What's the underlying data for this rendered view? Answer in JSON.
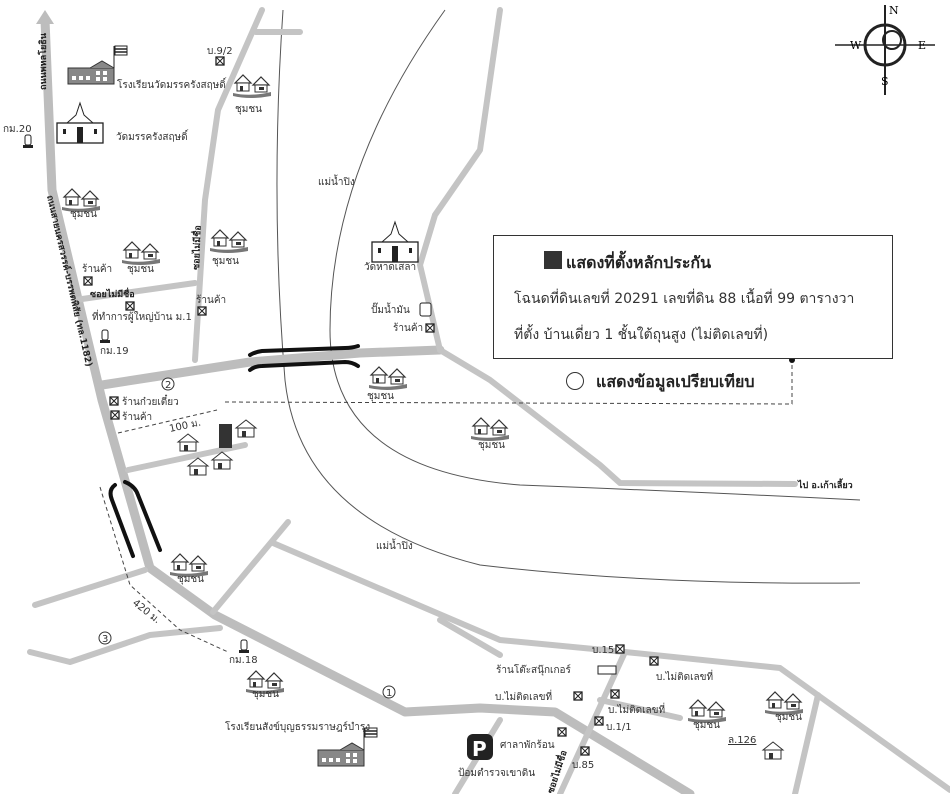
{
  "map": {
    "roads": {
      "highway_north": "ถนนพหลโยธิน",
      "main_road": "ถนนสายนครสวรรค์-บรรพตพิสัย (ทล.1182)",
      "soi_unnamed_1": "ซอยไม่มีชื่อ",
      "soi_unnamed_2": "ซอยไม่มีชื่อ",
      "soi_unnamed_3": "ซอยไม่มีชื่อ",
      "to_kao_liao": "ไป อ.เก้าเลี้ยว"
    },
    "river_label_1": "แม่น้ำปิง",
    "river_label_2": "แม่น้ำปิง",
    "places": {
      "school_1": "โรงเรียนวัดมรรครังสฤษดิ์",
      "temple_1": "วัดมรรครังสฤษดิ์",
      "temple_2": "วัดหาดเสลา",
      "school_2": "โรงเรียนสังข์บุญธรรมราษฎร์บำรุง",
      "police": "ป้อมตำรวจเขาดิน",
      "village_head_office": "ที่ทำการผู้ใหญ่บ้าน ม.1",
      "gas_station": "ปั๊มน้ำมัน",
      "noodle_shop": "ร้านก๋วยเตี๋ยว",
      "snooker": "ร้านโต๊ะสนุ๊กเกอร์",
      "rest_pavilion": "ศาลาพักร้อน",
      "shop": "ร้านค้า",
      "community": "ชุมชน"
    },
    "markers": {
      "km20": "กม.20",
      "km19": "กม.19",
      "km18": "กม.18",
      "house_9_2": "บ.9/2",
      "house_15": "บ.15",
      "house_1_1": "บ.1/1",
      "house_85": "บ.85",
      "house_no_number": "บ.ไม่ติดเลขที่",
      "l126": "ล.126"
    },
    "points": {
      "p1": "1",
      "p2": "2",
      "p3": "3"
    },
    "distances": {
      "d100": "100 ม.",
      "d420": "420 ม."
    },
    "compass": {
      "n": "N",
      "s": "S",
      "e": "E",
      "w": "W"
    }
  },
  "legend": {
    "collateral_title": "แสดงที่ตั้งหลักประกัน",
    "deed_line": "โฉนดที่ดินเลขที่ 20291 เลขที่ดิน 88 เนื้อที่ 99 ตารางวา",
    "location_line": "ที่ตั้ง บ้านเดี่ยว 1 ชั้นใต้ถุนสูง  (ไม่ติดเลขที่)",
    "comparison_label": "แสดงข้อมูลเปรียบเทียบ"
  },
  "colors": {
    "road": "#bdbdbd",
    "collateral": "#333333",
    "bridge": "#111111"
  }
}
